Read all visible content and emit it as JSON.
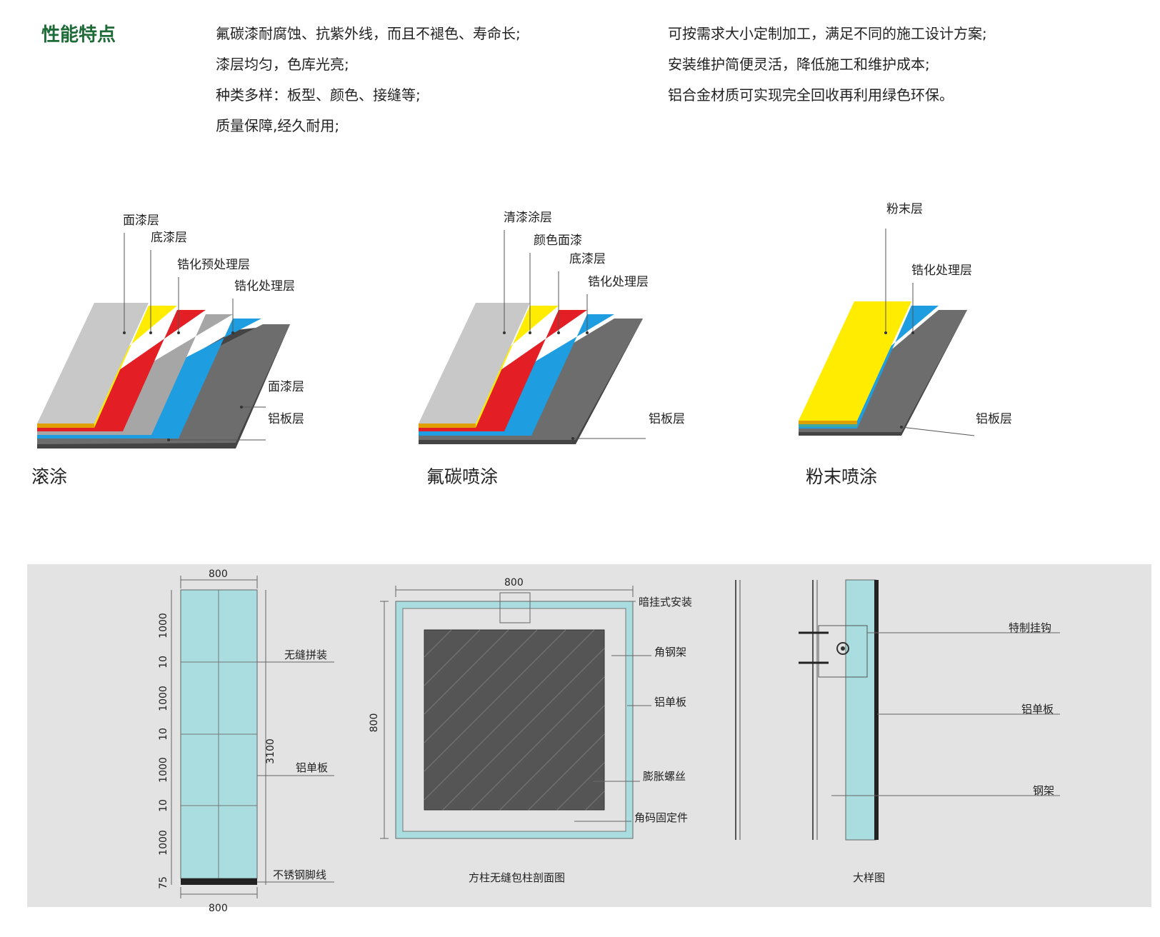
{
  "features": {
    "heading": "性能特点",
    "left_items": [
      "氟碳漆耐腐蚀、抗紫外线，而且不褪色、寿命长;",
      "漆层均匀，色库光亮;",
      "种类多样：板型、颜色、接缝等;",
      "质量保障,经久耐用;"
    ],
    "right_items": [
      "可按需求大小定制加工，满足不同的施工设计方案;",
      "安装维护简便灵活，降低施工和维护成本;",
      "铝合金材质可实现完全回收再利用绿色环保。"
    ]
  },
  "coatings": [
    {
      "title": "滚涂",
      "labels": [
        "面漆层",
        "底漆层",
        "锆化预处理层",
        "锆化处理层",
        "面漆层",
        "铝板层"
      ]
    },
    {
      "title": "氟碳喷涂",
      "labels": [
        "清漆涂层",
        "颜色面漆",
        "底漆层",
        "锆化处理层",
        "铝板层"
      ]
    },
    {
      "title": "粉末喷涂",
      "labels": [
        "粉末层",
        "锆化处理层",
        "铝板层"
      ]
    }
  ],
  "colors": {
    "heading_green": "#1e6b37",
    "gray_layer": "#c8c8c8",
    "yellow_layer": "#ffec00",
    "red_layer": "#e31e24",
    "blue_layer": "#1e9de0",
    "dark_layer": "#6d6d6d",
    "panel_cyan": "#a9dde0",
    "drawing_bg": "#e3e3e3"
  },
  "elevation": {
    "width_top": "800",
    "width_bottom": "800",
    "height_total": "3100",
    "seg_1000_a": "1000",
    "gap_a": "10",
    "seg_1000_b": "1000",
    "gap_b": "10",
    "seg_1000_c": "1000",
    "gap_c": "10",
    "seg_1000_d": "1000",
    "base": "75",
    "label_seamless": "无缝拼装",
    "label_panel": "铝单板",
    "label_skirting": "不锈钢脚线"
  },
  "section": {
    "width": "800",
    "height": "800",
    "label_hidden": "暗挂式安装",
    "label_angle_steel": "角钢架",
    "label_panel": "铝单板",
    "label_bolt": "膨胀螺丝",
    "label_bracket": "角码固定件",
    "caption": "方柱无缝包柱剖面图"
  },
  "detail": {
    "label_hook": "特制挂钩",
    "label_panel": "铝单板",
    "label_steel": "钢架",
    "caption": "大样图"
  }
}
